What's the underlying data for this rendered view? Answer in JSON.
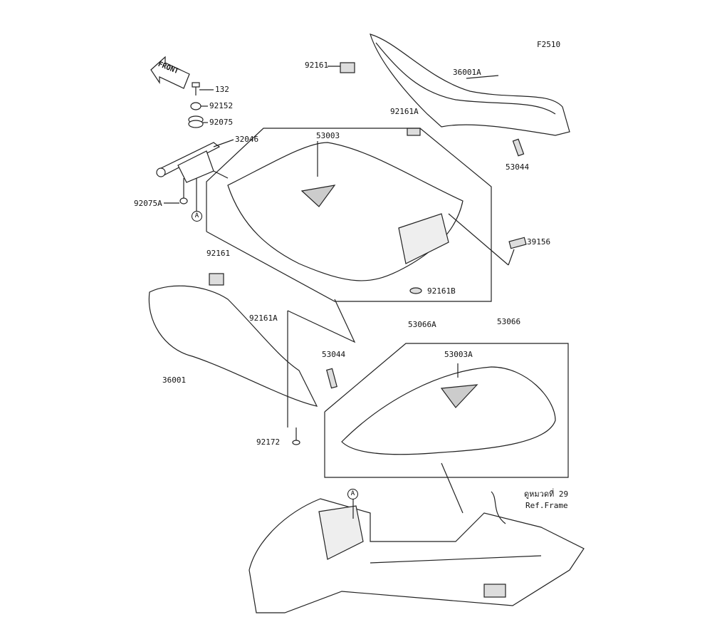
{
  "figure_code": "F2510",
  "front_arrow": "FRONT",
  "parts": [
    {
      "id": "p92161_top",
      "label": "92161"
    },
    {
      "id": "p36001A",
      "label": "36001A"
    },
    {
      "id": "p92161A_top",
      "label": "92161A"
    },
    {
      "id": "p53044_top",
      "label": "53044"
    },
    {
      "id": "p132",
      "label": "132"
    },
    {
      "id": "p92152",
      "label": "92152"
    },
    {
      "id": "p92075",
      "label": "92075"
    },
    {
      "id": "p32046",
      "label": "32046"
    },
    {
      "id": "p53003",
      "label": "53003"
    },
    {
      "id": "p92075A",
      "label": "92075A"
    },
    {
      "id": "p39156",
      "label": "39156"
    },
    {
      "id": "p92161_left",
      "label": "92161"
    },
    {
      "id": "p92161B",
      "label": "92161B"
    },
    {
      "id": "p53066A",
      "label": "53066A"
    },
    {
      "id": "p92161A_left",
      "label": "92161A"
    },
    {
      "id": "p53066",
      "label": "53066"
    },
    {
      "id": "p53044_mid",
      "label": "53044"
    },
    {
      "id": "p53003A",
      "label": "53003A"
    },
    {
      "id": "p36001",
      "label": "36001"
    },
    {
      "id": "p92172",
      "label": "92172"
    }
  ],
  "reference_marks": [
    "A",
    "A"
  ],
  "ref_note": {
    "line1": "ดูหมวดที่ 29",
    "line2": "Ref.Frame"
  }
}
